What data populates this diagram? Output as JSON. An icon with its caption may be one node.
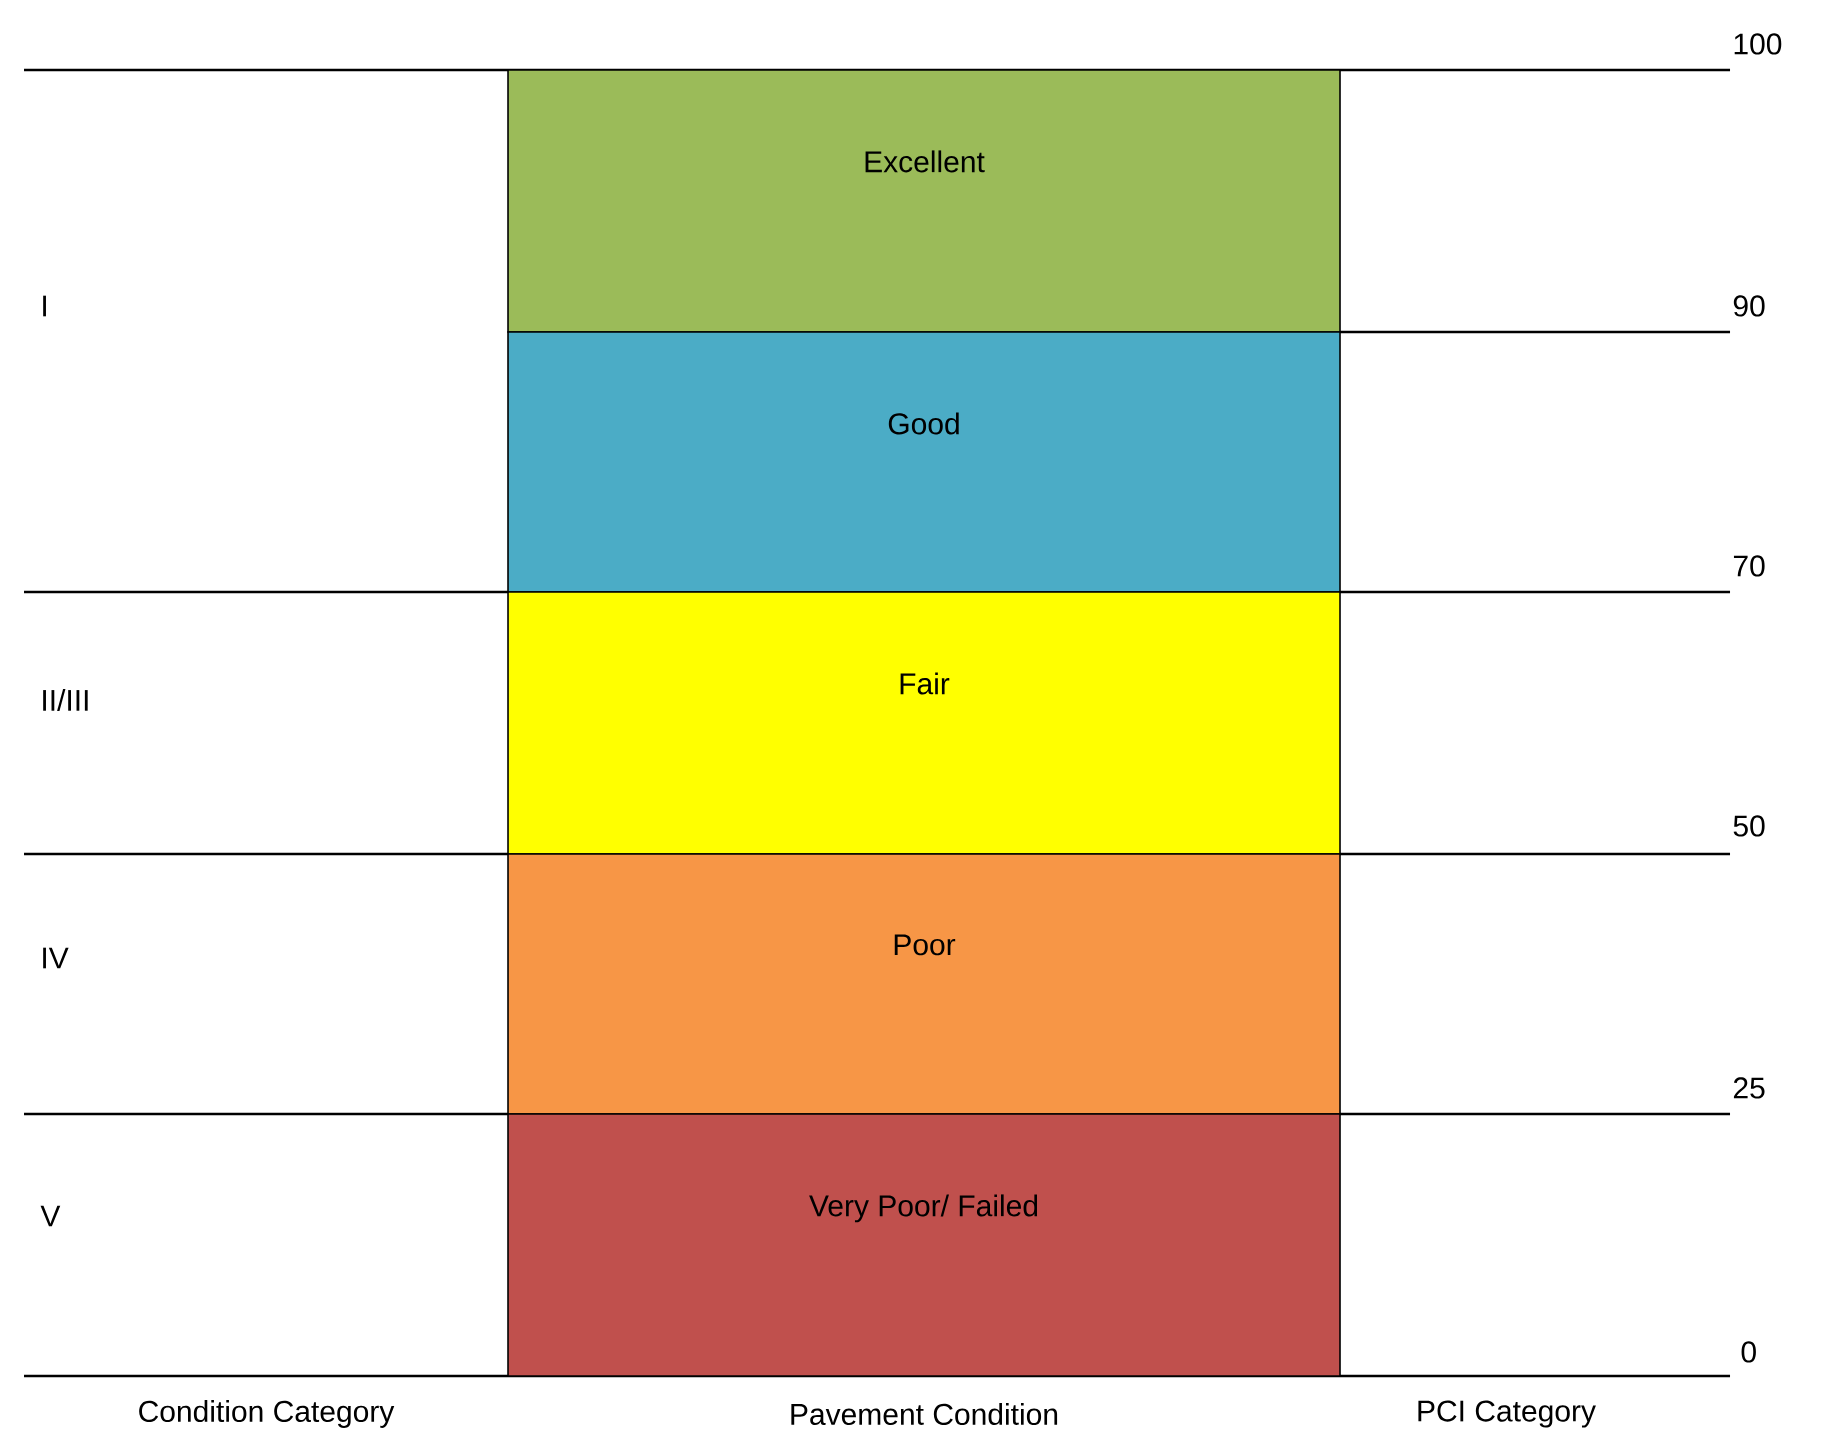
{
  "diagram": {
    "nodes": [
      {
        "text": [
          "Excellent"
        ]
      },
      {
        "text": [
          "Good"
        ]
      },
      {
        "text": [
          "Fair"
        ]
      },
      {
        "text": [
          "Poor"
        ]
      },
      {
        "text": [
          "Very Poor/ Failed"
        ]
      }
    ],
    "labels": [
      "100",
      "I",
      "90",
      "70",
      "II/III",
      "50",
      "IV",
      "25",
      "V",
      "0",
      "Condition Category",
      "Pavement Condition",
      "PCI Category"
    ]
  }
}
